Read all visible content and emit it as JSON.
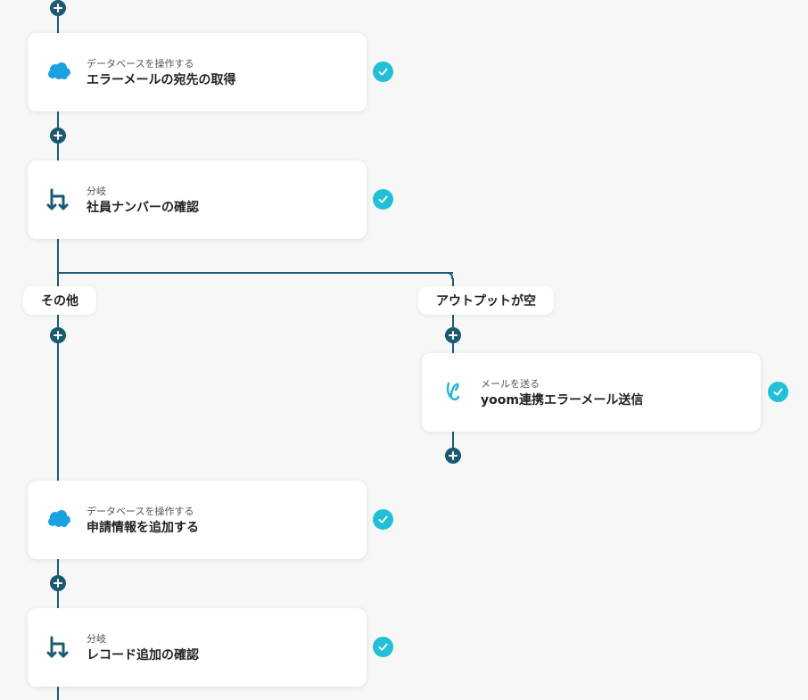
{
  "colors": {
    "connector": "#1d5b73",
    "add_button": "#195a70",
    "check": "#22c0d6",
    "salesforce": "#1aa1e0",
    "branch_icon": "#1d5b73",
    "mail_icon": "#2ab6d6",
    "background": "#f7f7f7"
  },
  "steps": [
    {
      "icon": "salesforce-cloud-icon",
      "subtitle": "データベースを操作する",
      "title": "エラーメールの宛先の取得",
      "completed": true
    },
    {
      "icon": "branch-icon",
      "subtitle": "分岐",
      "title": "社員ナンバーの確認",
      "completed": true
    },
    {
      "icon": "mail-icon",
      "subtitle": "メールを送る",
      "title": "yoom連携エラーメール送信",
      "completed": true
    },
    {
      "icon": "salesforce-cloud-icon",
      "subtitle": "データベースを操作する",
      "title": "申請情報を追加する",
      "completed": true
    },
    {
      "icon": "branch-icon",
      "subtitle": "分岐",
      "title": "レコード追加の確認",
      "completed": true
    }
  ],
  "branches": [
    {
      "label": "その他"
    },
    {
      "label": "アウトプットが空"
    }
  ]
}
